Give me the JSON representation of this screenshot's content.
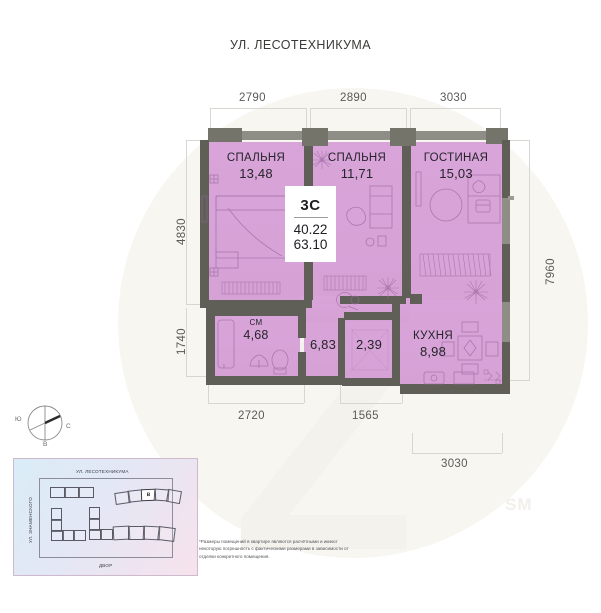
{
  "header": {
    "street_title": "УЛ. ЛЕСОТЕХНИКУМА"
  },
  "badge": {
    "type": "3С",
    "living_area": "40.22",
    "total_area": "63.10"
  },
  "rooms": [
    {
      "id": "bedroom-1",
      "name": "СПАЛЬНЯ",
      "area": "13,48"
    },
    {
      "id": "bedroom-2",
      "name": "СПАЛЬНЯ",
      "area": "11,71"
    },
    {
      "id": "living-room",
      "name": "ГОСТИНАЯ",
      "area": "15,03"
    },
    {
      "id": "bathroom",
      "name": "СМ",
      "area": "4,68"
    },
    {
      "id": "hall",
      "name": "",
      "area": "6,83"
    },
    {
      "id": "wc",
      "name": "",
      "area": "2,39"
    },
    {
      "id": "kitchen",
      "name": "КУХНЯ",
      "area": "8,98"
    }
  ],
  "dimensions": {
    "top": [
      "2790",
      "2890",
      "3030"
    ],
    "left": [
      "4830",
      "1740"
    ],
    "right": [
      "7960"
    ],
    "bottom": [
      "2720",
      "1565"
    ],
    "bottom_right": [
      "3030"
    ]
  },
  "compass": {
    "north_label": "С",
    "south_label": "Ю",
    "east_label": "В"
  },
  "site_plan": {
    "top_street": "УЛ. ЛЕСОТЕХНИКУМА",
    "left_street": "УЛ. ЗНАМЕНСКОГО",
    "bottom_label": "ДВОР",
    "marker": "В"
  },
  "disclaimer": {
    "text": "*Размеры помещений в квартире являются расчётными и имеют некоторую погрешность с фактическими размерами в зависимости от отделки конкретного помещения."
  },
  "watermark": {
    "letter": "Z",
    "suffix": "SM"
  },
  "colors": {
    "room_fill": "#d9a4d9",
    "wall": "#5f5f57",
    "wall_light": "#74746b",
    "text": "#24242a",
    "dim_text": "#5a5a58"
  }
}
